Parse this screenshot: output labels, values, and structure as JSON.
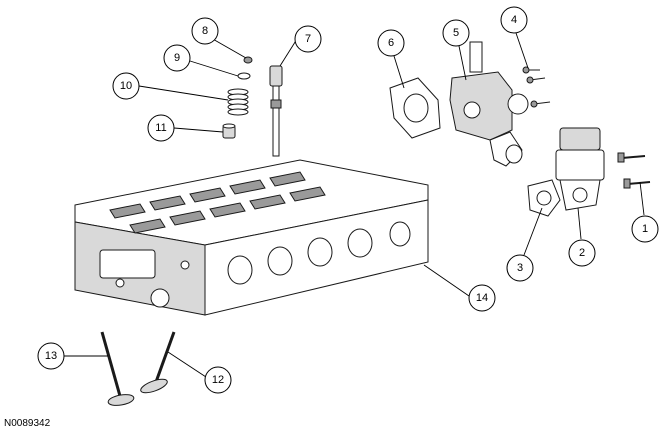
{
  "figure": {
    "reference_code": "N0089342"
  },
  "callouts": [
    {
      "id": "c1",
      "number": "1"
    },
    {
      "id": "c2",
      "number": "2"
    },
    {
      "id": "c3",
      "number": "3"
    },
    {
      "id": "c4",
      "number": "4"
    },
    {
      "id": "c5",
      "number": "5"
    },
    {
      "id": "c6",
      "number": "6"
    },
    {
      "id": "c7",
      "number": "7"
    },
    {
      "id": "c8",
      "number": "8"
    },
    {
      "id": "c9",
      "number": "9"
    },
    {
      "id": "c10",
      "number": "10"
    },
    {
      "id": "c11",
      "number": "11"
    },
    {
      "id": "c12",
      "number": "12"
    },
    {
      "id": "c13",
      "number": "13"
    },
    {
      "id": "c14",
      "number": "14"
    }
  ]
}
